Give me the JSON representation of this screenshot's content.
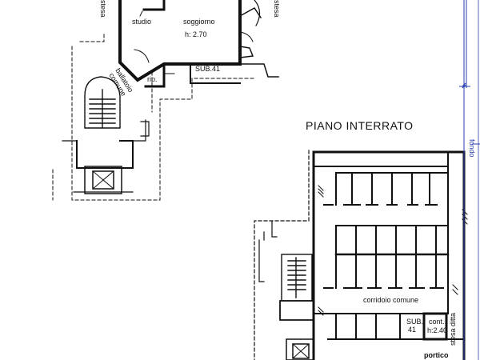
{
  "upper_floor": {
    "rooms": {
      "studio": "studio",
      "soggiorno": "soggiorno",
      "soggiorno_height": "h: 2.70",
      "rip": "rip.",
      "sub": "SUB.41",
      "balcony_line1": "ballatoio",
      "balcony_line2": "comune",
      "stesa_left": "stesa",
      "stesa_right": "stesa"
    }
  },
  "basement": {
    "title": "PIANO INTERRATO",
    "labels": {
      "corridor": "corridoio comune",
      "sub_line1": "SUB.",
      "sub_line2": "41",
      "cont_line1": "cont.",
      "cont_line2": "h:2.40",
      "stesa_ditta": "stesa ditta",
      "portico": "portico",
      "fondo": "fondo"
    }
  },
  "colors": {
    "line": "#111111",
    "dimension": "#2a3fb0",
    "background": "#ffffff"
  }
}
